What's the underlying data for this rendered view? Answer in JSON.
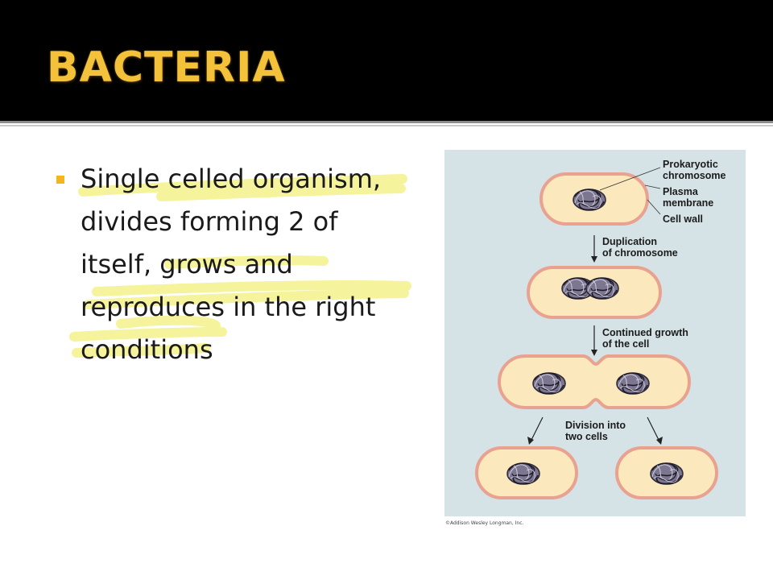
{
  "slide": {
    "title": "BACTERIA",
    "bullets": [
      {
        "lines": [
          "Single celled organism,",
          "divides forming 2 of",
          "itself, grows and",
          "reproduces in the right",
          "conditions"
        ]
      }
    ]
  },
  "figure": {
    "labels": {
      "prokaryotic_chromosome": [
        "Prokaryotic",
        "chromosome"
      ],
      "plasma_membrane": [
        "Plasma",
        "membrane"
      ],
      "cell_wall": "Cell wall",
      "duplication": [
        "Duplication",
        "of chromosome"
      ],
      "continued_growth": [
        "Continued growth",
        "of the cell"
      ],
      "division": [
        "Division into",
        "two cells"
      ]
    },
    "caption": "©Addison Wesley Longman, Inc."
  },
  "colors": {
    "title": "#f3c13a",
    "highlight": "#f4f28a",
    "cell_fill": "#fbe9bd",
    "cell_wall": "#e9a190",
    "figure_bg": "#d6e3e6"
  }
}
